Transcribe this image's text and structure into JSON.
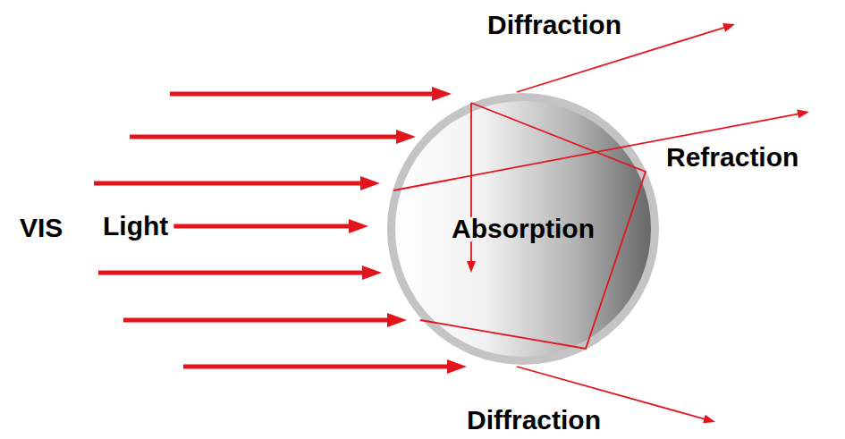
{
  "diagram": {
    "nodes": [
      {
        "text": [
          "Absorption"
        ]
      }
    ],
    "labels": [
      "Diffraction",
      "Refraction",
      "VIS",
      "Light",
      "Diffraction"
    ]
  }
}
